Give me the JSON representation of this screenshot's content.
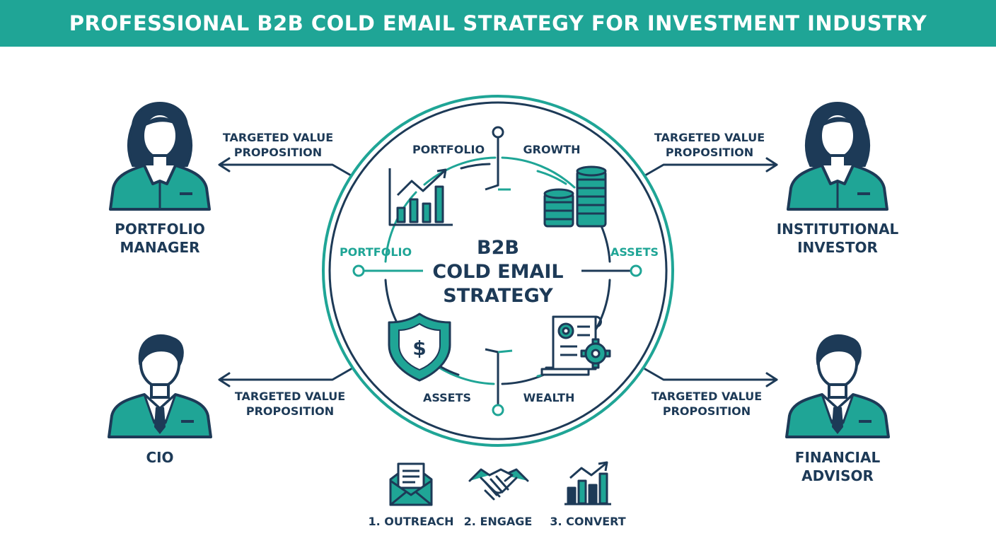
{
  "title": "PROFESSIONAL B2B COLD EMAIL STRATEGY FOR INVESTMENT INDUSTRY",
  "colors": {
    "teal": "#1fa596",
    "navy": "#1d3a57",
    "white": "#ffffff"
  },
  "center": {
    "line1": "B2B",
    "line2": "COLD EMAIL",
    "line3": "STRATEGY"
  },
  "ring_labels": {
    "top_left": "PORTFOLIO",
    "top_right": "GROWTH",
    "left": "PORTFOLIO",
    "right": "ASSETS",
    "bottom_left": "ASSETS",
    "bottom_right": "WEALTH"
  },
  "personas": {
    "top_left": {
      "line1": "PORTFOLIO",
      "line2": "MANAGER",
      "icon": "female-avatar-icon"
    },
    "top_right": {
      "line1": "INSTITUTIONAL",
      "line2": "INVESTOR",
      "icon": "female-avatar-icon"
    },
    "bottom_left": {
      "line1": "CIO",
      "icon": "male-avatar-icon"
    },
    "bottom_right": {
      "line1": "FINANCIAL",
      "line2": "ADVISOR",
      "icon": "male-avatar-icon"
    }
  },
  "value_prop": {
    "line1": "TARGETED VALUE",
    "line2": "PROPOSITION"
  },
  "steps": [
    {
      "label": "1. OUTREACH",
      "icon": "envelope-icon"
    },
    {
      "label": "2. ENGAGE",
      "icon": "handshake-icon"
    },
    {
      "label": "3. CONVERT",
      "icon": "growth-chart-icon"
    }
  ]
}
